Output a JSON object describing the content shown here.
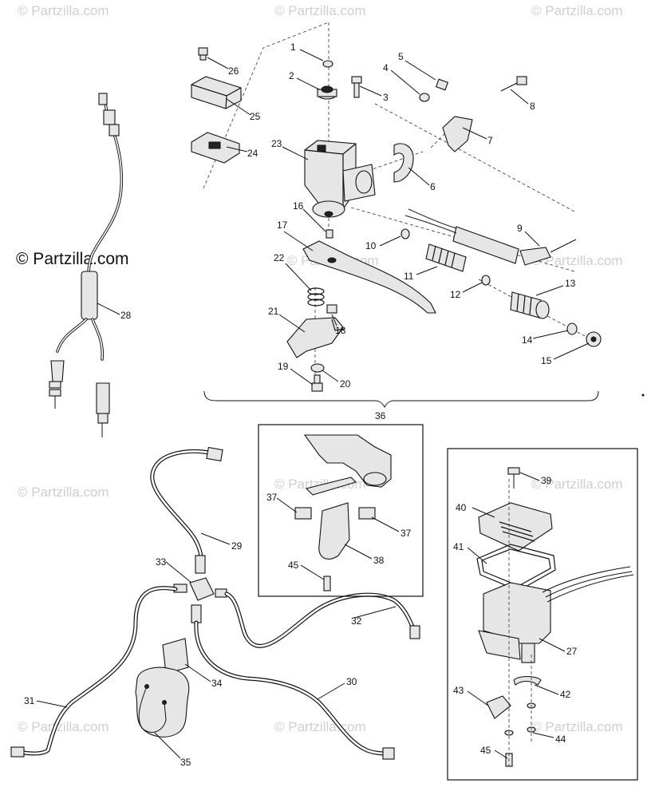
{
  "watermark": {
    "text": "© Partzilla.com",
    "brand_text": "© Partzilla.com"
  },
  "callouts": [
    "1",
    "2",
    "3",
    "4",
    "5",
    "6",
    "7",
    "8",
    "9",
    "10",
    "11",
    "12",
    "13",
    "14",
    "15",
    "16",
    "17",
    "18",
    "19",
    "20",
    "21",
    "22",
    "23",
    "24",
    "25",
    "26",
    "27",
    "28",
    "29",
    "30",
    "31",
    "32",
    "33",
    "34",
    "35",
    "36",
    "37",
    "37",
    "38",
    "39",
    "40",
    "41",
    "42",
    "43",
    "44",
    "45",
    "45"
  ]
}
